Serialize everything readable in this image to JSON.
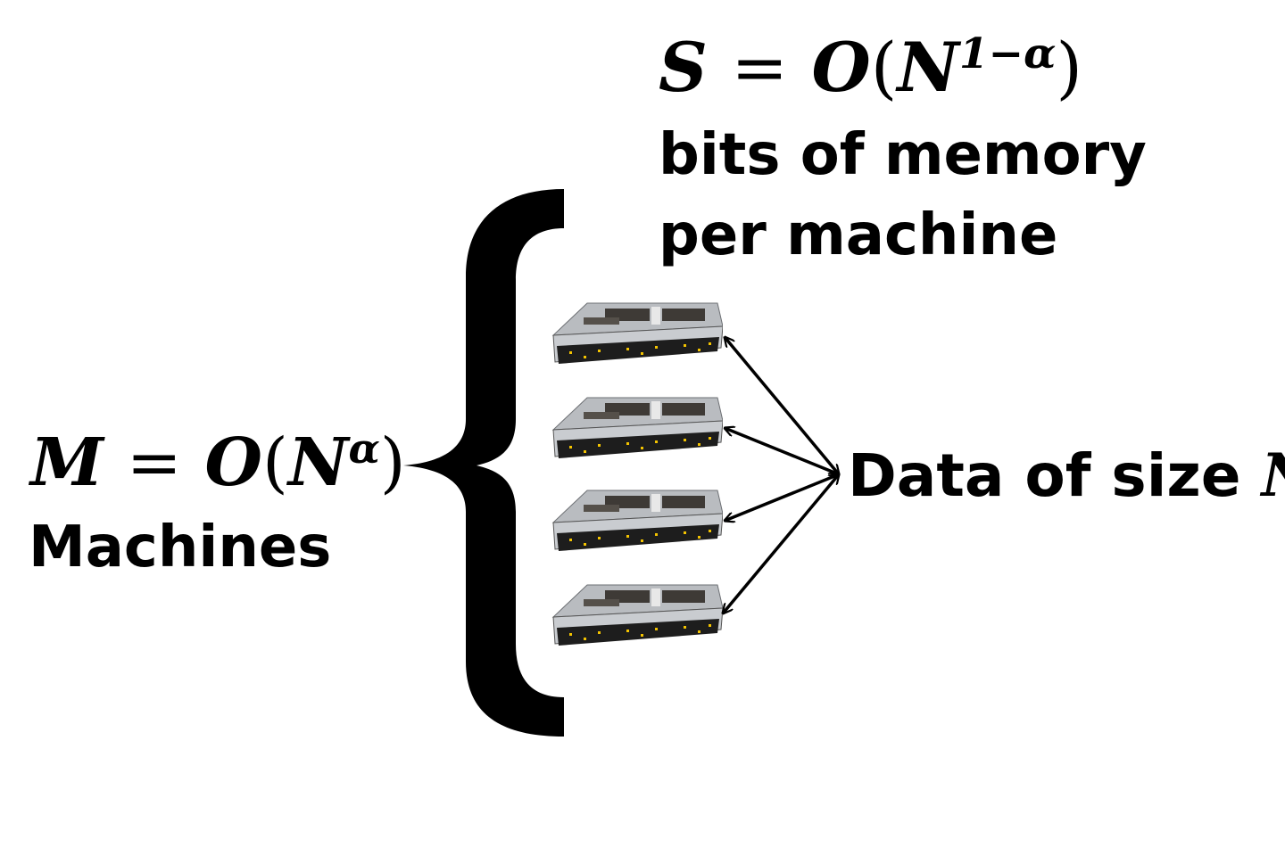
{
  "memory": {
    "formula": {
      "lhs": "S",
      "eq": "=",
      "fn": "O",
      "open": "(",
      "base": "N",
      "exponent": "1−α",
      "close": ")"
    },
    "line1": "bits of memory",
    "line2": "per machine"
  },
  "machines": {
    "formula": {
      "lhs": "M",
      "eq": "=",
      "fn": "O",
      "open": "(",
      "base": "N",
      "exponent": "α",
      "close": ")"
    },
    "label": "Machines"
  },
  "data": {
    "label": "Data of size ",
    "var": "N"
  },
  "server_count": 4,
  "icons": {
    "server": "rack-server-icon",
    "brace": "curly-brace-icon",
    "arrow": "double-arrow-icon"
  }
}
